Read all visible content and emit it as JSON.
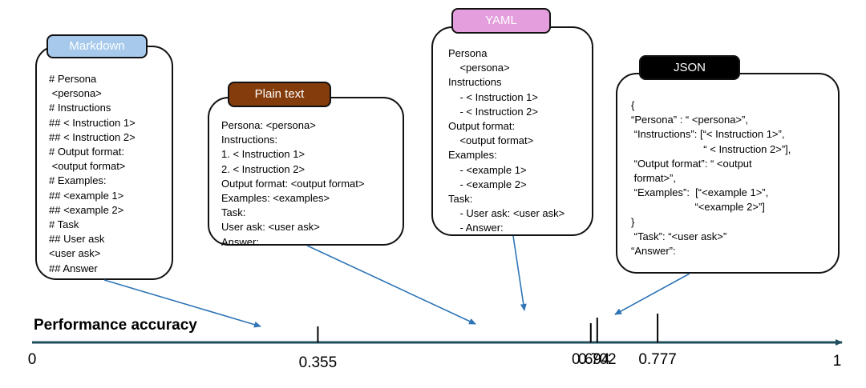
{
  "formats": [
    {
      "id": "markdown",
      "tag": "Markdown",
      "tag_color": "#a6c9ec",
      "tag_text_color": "#ffffff",
      "lines": [
        "# Persona",
        " <persona>",
        "# Instructions",
        "## < Instruction 1>",
        "## < Instruction 2>",
        "# Output format:",
        " <output format>",
        "# Examples:",
        "## <example 1>",
        "## <example 2>",
        "# Task",
        "## User ask",
        "<user ask>",
        "## Answer"
      ]
    },
    {
      "id": "plain-text",
      "tag": "Plain text",
      "tag_color": "#843c0c",
      "tag_text_color": "#ffffff",
      "lines": [
        "Persona: <persona>",
        "Instructions:",
        "1. < Instruction 1>",
        "2. < Instruction 2>",
        "Output format: <output format>",
        "Examples: <examples>",
        "Task:",
        "User ask: <user ask>",
        "Answer:"
      ]
    },
    {
      "id": "yaml",
      "tag": "YAML",
      "tag_color": "#e49edd",
      "tag_text_color": "#ffffff",
      "lines": [
        "Persona",
        "    <persona>",
        "Instructions",
        "    - < Instruction 1>",
        "    - < Instruction 2>",
        "Output format:",
        "    <output format>",
        "Examples:",
        "    - <example 1>",
        "    - <example 2>",
        "Task:",
        "    - User ask: <user ask>",
        "    - Answer:"
      ]
    },
    {
      "id": "json",
      "tag": "JSON",
      "tag_color": "#000000",
      "tag_text_color": "#ffffff",
      "lines": [
        "{",
        "“Persona” : “ <persona>”,",
        " “Instructions”: [“< Instruction 1>”,",
        "                         “ < Instruction 2>”],",
        " “Output format”: “ <output",
        " format>”,",
        " “Examples”:  [“<example 1>”,",
        "                      “<example 2>”]",
        "}",
        " “Task”: “<user ask>”",
        "“Answer”:"
      ]
    }
  ],
  "axis": {
    "label": "Performance accuracy",
    "min_label": "0",
    "max_label": "1",
    "min": 0,
    "max": 1,
    "color": "#1f4e5f",
    "pointer_color": "#2e75b6",
    "ticks": [
      {
        "value": 0.355,
        "label": "0.355"
      },
      {
        "value": 0.694,
        "label": "0.694"
      },
      {
        "value": 0.702,
        "label": "0.702"
      },
      {
        "value": 0.777,
        "label": "0.777"
      }
    ]
  }
}
